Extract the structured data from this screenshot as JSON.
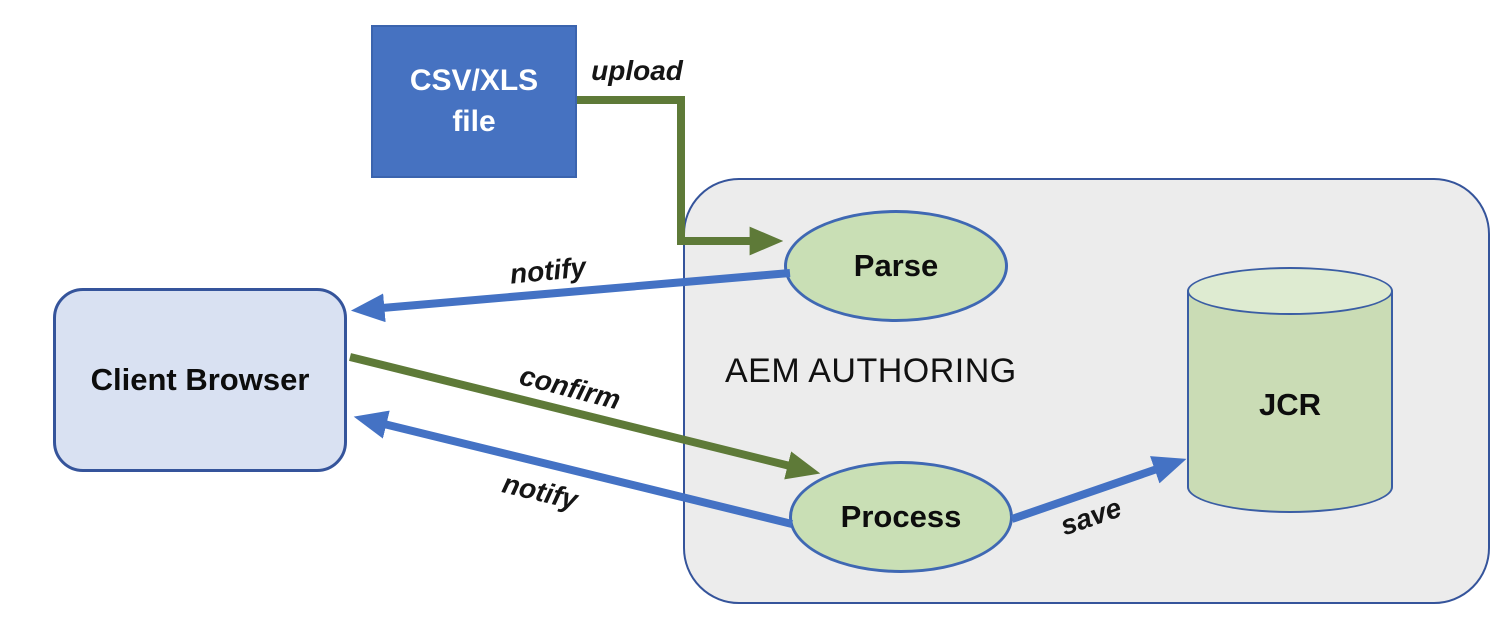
{
  "nodes": {
    "csv_file": {
      "label": "CSV/XLS\nfile"
    },
    "client_browser": {
      "label": "Client Browser"
    },
    "aem_authoring": {
      "label": "AEM AUTHORING"
    },
    "parse": {
      "label": "Parse"
    },
    "process": {
      "label": "Process"
    },
    "jcr": {
      "label": "JCR"
    }
  },
  "edges": {
    "upload": {
      "label": "upload",
      "from": "csv_file",
      "to": "parse"
    },
    "notify_parse": {
      "label": "notify",
      "from": "parse",
      "to": "client_browser"
    },
    "confirm": {
      "label": "confirm",
      "from": "client_browser",
      "to": "process"
    },
    "notify_process": {
      "label": "notify",
      "from": "process",
      "to": "client_browser"
    },
    "save": {
      "label": "save",
      "from": "process",
      "to": "jcr"
    }
  },
  "colors": {
    "arrow_blue": "#4472c4",
    "arrow_green": "#5e7a38",
    "csv_box_fill": "#4672c1",
    "client_box_fill": "#d9e1f2",
    "container_fill": "#ececec",
    "ellipse_fill": "#c9dfb5",
    "cylinder_fill": "#cadcb5",
    "cylinder_top_fill": "#deebd1",
    "border_blue": "#35549b"
  }
}
